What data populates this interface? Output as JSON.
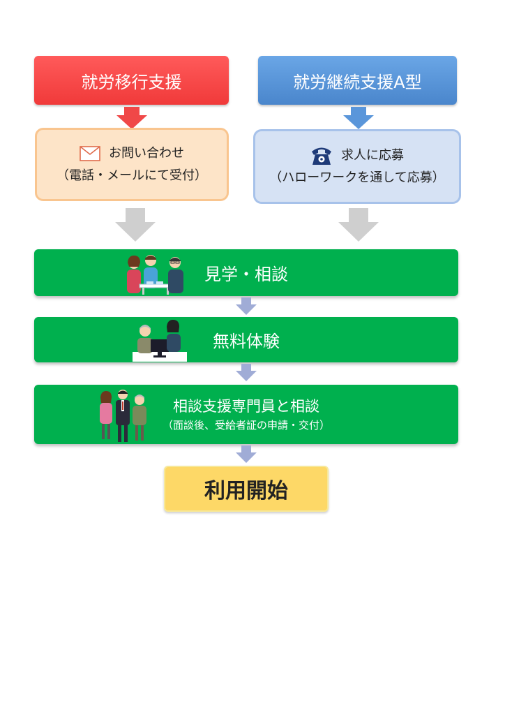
{
  "left_header": {
    "label": "就労移行支援"
  },
  "right_header": {
    "label": "就労継続支援A型"
  },
  "left_step": {
    "line1": "お問い合わせ",
    "line2": "（電話・メールにて受付）"
  },
  "right_step": {
    "line1": "求人に応募",
    "line2": "（ハローワークを通して応募）"
  },
  "steps": [
    {
      "label": "見学・相談"
    },
    {
      "label": "無料体験"
    },
    {
      "label": "相談支援専門員と相談",
      "note": "（面談後、受給者証の申請・交付）"
    }
  ],
  "final": {
    "label": "利用開始"
  },
  "colors": {
    "red": "#f04848",
    "blue": "#5a96da",
    "green": "#00b04e",
    "yellow": "#fdd867",
    "orange_bg": "#fde4c8",
    "blue_bg": "#d6e2f4",
    "gray_arrow": "#cfcfcf",
    "small_arrow": "#a0acd6"
  },
  "icons": [
    "envelope-icon",
    "telephone-icon"
  ]
}
